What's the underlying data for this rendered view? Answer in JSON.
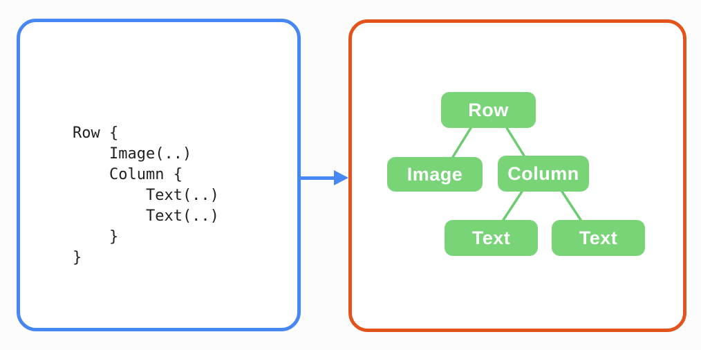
{
  "diagram": {
    "type": "code-to-ui-tree",
    "left_panel": {
      "border_color": "#4687F4",
      "background": "#FFFFFF",
      "text_color": "#1F1F1F",
      "code_lines": [
        "Row {",
        "    Image(..)",
        "    Column {",
        "        Text(..)",
        "        Text(..)",
        "    }",
        "}"
      ]
    },
    "arrow": {
      "icon": "arrow-right-icon",
      "direction": "right",
      "color": "#4687F4"
    },
    "right_panel": {
      "border_color": "#E4531B",
      "background": "#FFFFFF",
      "tree": {
        "node_color": "#79D478",
        "edge_color": "#69CD6E",
        "label_color": "#FFFFFF",
        "nodes": [
          {
            "id": "row",
            "label": "Row"
          },
          {
            "id": "image",
            "label": "Image"
          },
          {
            "id": "column",
            "label": "Column"
          },
          {
            "id": "text-1",
            "label": "Text"
          },
          {
            "id": "text-2",
            "label": "Text"
          }
        ],
        "edges": [
          {
            "from": "row",
            "to": "image"
          },
          {
            "from": "row",
            "to": "column"
          },
          {
            "from": "column",
            "to": "text-1"
          },
          {
            "from": "column",
            "to": "text-2"
          }
        ]
      }
    }
  }
}
